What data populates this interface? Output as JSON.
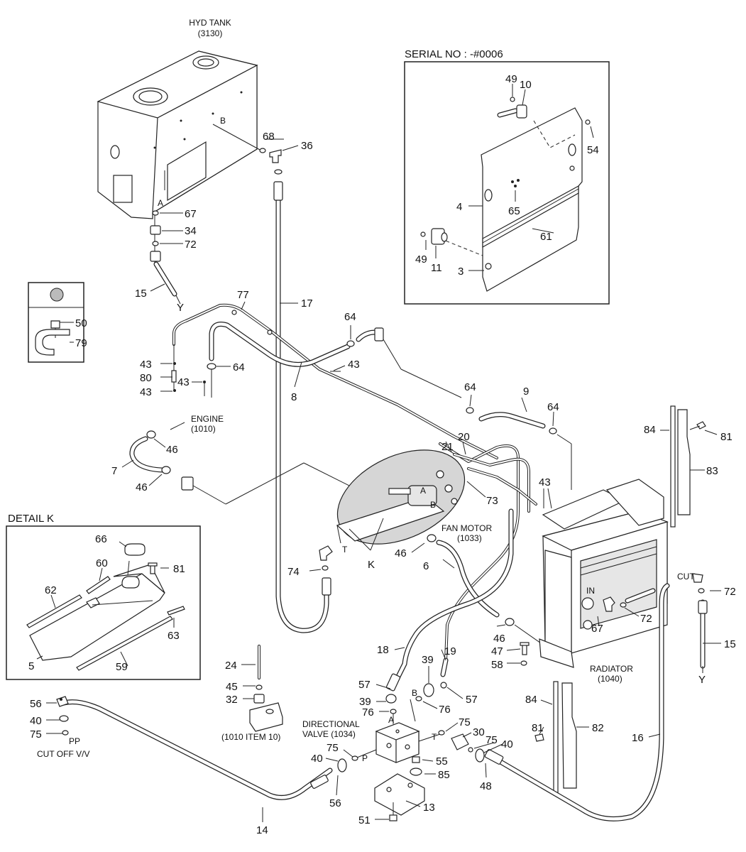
{
  "headings": {
    "hyd_tank": "HYD TANK",
    "hyd_tank_ref": "(3130)",
    "serial": "SERIAL NO : -#0006",
    "detail_k": "DETAIL K",
    "engine": "ENGINE",
    "engine_ref": "(1010)",
    "fan_motor": "FAN MOTOR",
    "fan_motor_ref": "(1033)",
    "radiator": "RADIATOR",
    "radiator_ref": "(1040)",
    "directional_valve": "DIRECTIONAL",
    "directional_valve2": "VALVE (1034)",
    "engine_item": "(1010 ITEM 10)",
    "cut_off": "CUT OFF V/V"
  },
  "port_labels": {
    "a_tank": "A",
    "b_tank": "B",
    "a_motor": "A",
    "b_motor": "B",
    "t_motor": "T",
    "a_valve": "A",
    "b_valve": "B",
    "p_valve": "P",
    "t_valve": "T",
    "pp": "PP",
    "in": "IN",
    "cut": "CUT",
    "k": "K",
    "y_left": "Y",
    "y_right": "Y"
  },
  "part_numbers": {
    "n68": "68",
    "n36": "36",
    "n67a": "67",
    "n34": "34",
    "n72a": "72",
    "n15a": "15",
    "n17": "17",
    "n77": "77",
    "n50": "50",
    "n79": "79",
    "n43a": "43",
    "n80": "80",
    "n43b": "43",
    "n43c": "43",
    "n64a": "64",
    "n8": "8",
    "n43d": "43",
    "n64b": "64",
    "n64c": "64",
    "n9": "9",
    "n64d": "64",
    "n46a": "46",
    "n7": "7",
    "n46b": "46",
    "n21": "21",
    "n20": "20",
    "n73": "73",
    "n43e": "43",
    "n84a": "84",
    "n81a": "81",
    "n83": "83",
    "n49a": "49",
    "n10": "10",
    "n54": "54",
    "n4": "4",
    "n65": "65",
    "n61": "61",
    "n49b": "49",
    "n11": "11",
    "n3": "3",
    "n66": "66",
    "n60": "60",
    "n81b": "81",
    "n62": "62",
    "n63": "63",
    "n5": "5",
    "n59": "59",
    "n74": "74",
    "n46c": "46",
    "n6": "6",
    "n72b": "72",
    "n15b": "15",
    "n67b": "67",
    "n72c": "72",
    "n46d": "46",
    "n47": "47",
    "n58": "58",
    "n24": "24",
    "n45": "45",
    "n32": "32",
    "n18": "18",
    "n19": "19",
    "n57a": "57",
    "n39a": "39",
    "n39b": "39",
    "n57b": "57",
    "n76a": "76",
    "n76b": "76",
    "n56a": "56",
    "n40a": "40",
    "n75a": "75",
    "n75b": "75",
    "n40b": "40",
    "n56b": "56",
    "n14": "14",
    "n75c": "75",
    "n30": "30",
    "n75d": "75",
    "n40c": "40",
    "n48": "48",
    "n55": "55",
    "n85": "85",
    "n13": "13",
    "n51": "51",
    "n84b": "84",
    "n81c": "81",
    "n82": "82",
    "n16": "16"
  }
}
